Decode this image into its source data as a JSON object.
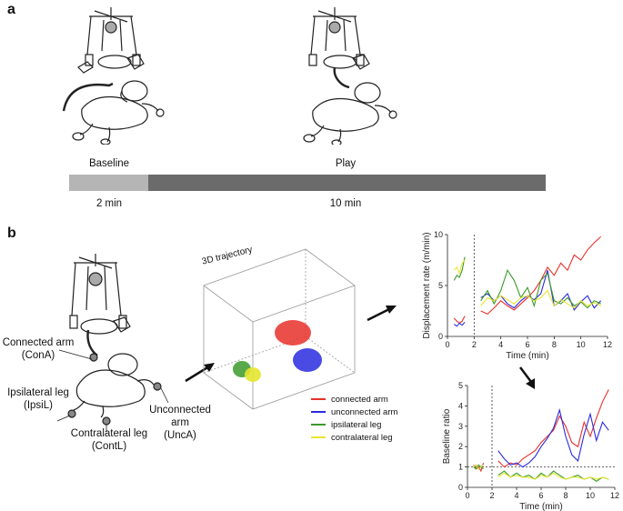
{
  "panel_a": {
    "label": "a",
    "phase_labels": {
      "baseline": "Baseline",
      "play": "Play"
    },
    "durations": {
      "baseline": "2 min",
      "play": "10 min"
    },
    "colors": {
      "baseline_bar": "#b5b5b5",
      "play_bar": "#6b6b6b"
    }
  },
  "panel_b": {
    "label": "b",
    "limb_labels": {
      "connected_arm": "Connected arm",
      "connected_arm_abbr": "(ConA)",
      "unconnected_arm": "Unconnected arm",
      "unconnected_arm_abbr": "(UncA)",
      "ipsilateral_leg": "Ipsilateral leg",
      "ipsilateral_leg_abbr": "(IpsiL)",
      "contralateral_leg": "Contralateral leg",
      "contralateral_leg_abbr": "(ContL)"
    },
    "trajectory_title": "3D trajectory",
    "legend": [
      {
        "label": "connected arm",
        "color": "#e8302a"
      },
      {
        "label": "unconnected arm",
        "color": "#2a2adf"
      },
      {
        "label": "ipsilateral leg",
        "color": "#3a9a2a"
      },
      {
        "label": "contralateral leg",
        "color": "#e6e630"
      }
    ]
  },
  "chart_data": [
    {
      "type": "line",
      "ylabel": "Displacement rate (m/min)",
      "xlabel": "Time (min)",
      "xlim": [
        0,
        12
      ],
      "ylim": [
        0,
        10
      ],
      "xticks": [
        0,
        2,
        4,
        6,
        8,
        10,
        12
      ],
      "yticks": [
        0,
        5,
        10
      ],
      "vline_x": 2,
      "series": [
        {
          "name": "connected arm",
          "color": "#e8302a",
          "segments": [
            {
              "x": [
                0.5,
                0.7,
                0.9,
                1.1,
                1.3
              ],
              "y": [
                1.8,
                1.5,
                1.3,
                1.5,
                2.0
              ]
            },
            {
              "x": [
                2.5,
                3.0,
                3.5,
                4.0,
                4.5,
                5.0,
                5.5,
                6.0,
                6.5,
                7.0,
                7.5,
                8.0,
                8.5,
                9.0,
                9.5,
                10.0,
                10.5,
                11.0,
                11.5
              ],
              "y": [
                2.5,
                2.2,
                2.8,
                3.5,
                3.0,
                2.6,
                3.2,
                3.8,
                4.5,
                5.5,
                6.8,
                6.0,
                7.2,
                6.5,
                8.0,
                7.5,
                8.5,
                9.2,
                9.8
              ]
            }
          ]
        },
        {
          "name": "unconnected arm",
          "color": "#2a2adf",
          "segments": [
            {
              "x": [
                0.5,
                0.7,
                0.9,
                1.1,
                1.3
              ],
              "y": [
                1.2,
                1.0,
                1.3,
                1.1,
                1.4
              ]
            },
            {
              "x": [
                2.5,
                3.0,
                3.5,
                4.0,
                4.5,
                5.0,
                5.5,
                6.0,
                6.5,
                7.0,
                7.5,
                8.0,
                8.5,
                9.0,
                9.5,
                10.0,
                10.5,
                11.0,
                11.5
              ],
              "y": [
                3.8,
                4.2,
                3.5,
                4.0,
                3.2,
                2.8,
                3.5,
                4.0,
                3.6,
                4.2,
                6.5,
                3.0,
                3.5,
                4.2,
                2.6,
                3.4,
                4.0,
                2.8,
                3.5
              ]
            }
          ]
        },
        {
          "name": "ipsilateral leg",
          "color": "#3a9a2a",
          "segments": [
            {
              "x": [
                0.5,
                0.7,
                0.9,
                1.1,
                1.3
              ],
              "y": [
                5.5,
                6.0,
                5.8,
                6.5,
                7.8
              ]
            },
            {
              "x": [
                2.5,
                3.0,
                3.5,
                4.0,
                4.5,
                5.0,
                5.5,
                6.0,
                6.5,
                7.0,
                7.5,
                8.0,
                8.5,
                9.0,
                9.5,
                10.0,
                10.5,
                11.0,
                11.5
              ],
              "y": [
                3.5,
                4.5,
                3.2,
                4.5,
                6.5,
                5.5,
                3.8,
                4.8,
                3.0,
                5.5,
                6.2,
                3.5,
                3.2,
                3.8,
                3.0,
                3.4,
                2.8,
                3.5,
                3.2
              ]
            }
          ]
        },
        {
          "name": "contralateral leg",
          "color": "#e6e630",
          "segments": [
            {
              "x": [
                0.5,
                0.7,
                0.9,
                1.1,
                1.3
              ],
              "y": [
                6.5,
                6.8,
                6.2,
                7.2,
                7.5
              ]
            },
            {
              "x": [
                2.5,
                3.0,
                3.5,
                4.0,
                4.5,
                5.0,
                5.5,
                6.0,
                6.5,
                7.0,
                7.5,
                8.0,
                8.5,
                9.0,
                9.5,
                10.0,
                10.5,
                11.0,
                11.5
              ],
              "y": [
                3.0,
                3.8,
                3.5,
                4.0,
                3.6,
                3.2,
                3.8,
                4.0,
                3.5,
                3.8,
                4.5,
                3.0,
                3.6,
                3.2,
                2.8,
                3.5,
                3.0,
                3.3,
                3.0
              ]
            }
          ]
        }
      ]
    },
    {
      "type": "line",
      "ylabel": "Baseline ratio",
      "xlabel": "Time (min)",
      "xlim": [
        0,
        12
      ],
      "ylim": [
        0,
        5
      ],
      "xticks": [
        0,
        2,
        4,
        6,
        8,
        10,
        12
      ],
      "yticks": [
        0,
        1,
        2,
        3,
        4,
        5
      ],
      "vline_x": 2,
      "hline_y": 1,
      "series": [
        {
          "name": "connected arm",
          "color": "#e8302a",
          "segments": [
            {
              "x": [
                0.5,
                0.7,
                0.9,
                1.1,
                1.3
              ],
              "y": [
                1.1,
                0.9,
                1.0,
                0.8,
                1.2
              ]
            },
            {
              "x": [
                2.5,
                3.0,
                3.5,
                4.0,
                4.5,
                5.0,
                5.5,
                6.0,
                6.5,
                7.0,
                7.5,
                8.0,
                8.5,
                9.0,
                9.5,
                10.0,
                10.5,
                11.0,
                11.5
              ],
              "y": [
                1.3,
                1.0,
                1.2,
                1.1,
                1.4,
                1.6,
                1.8,
                2.2,
                2.5,
                2.8,
                3.5,
                3.0,
                2.2,
                2.0,
                3.2,
                2.5,
                3.4,
                4.2,
                4.8
              ]
            }
          ]
        },
        {
          "name": "unconnected arm",
          "color": "#2a2adf",
          "segments": [
            {
              "x": [
                0.5,
                0.7,
                0.9,
                1.1,
                1.3
              ],
              "y": [
                1.0,
                1.1,
                0.9,
                1.0,
                1.1
              ]
            },
            {
              "x": [
                2.5,
                3.0,
                3.5,
                4.0,
                4.5,
                5.0,
                5.5,
                6.0,
                6.5,
                7.0,
                7.5,
                8.0,
                8.5,
                9.0,
                9.5,
                10.0,
                10.5,
                11.0,
                11.5
              ],
              "y": [
                1.8,
                1.4,
                1.1,
                1.2,
                1.0,
                1.2,
                1.5,
                2.0,
                2.4,
                2.9,
                3.8,
                2.5,
                1.6,
                1.3,
                2.6,
                3.6,
                2.3,
                3.2,
                2.8
              ]
            }
          ]
        },
        {
          "name": "ipsilateral leg",
          "color": "#3a9a2a",
          "segments": [
            {
              "x": [
                0.5,
                0.7,
                0.9,
                1.1,
                1.3
              ],
              "y": [
                1.0,
                0.9,
                1.1,
                1.0,
                0.9
              ]
            },
            {
              "x": [
                2.5,
                3.0,
                3.5,
                4.0,
                4.5,
                5.0,
                5.5,
                6.0,
                6.5,
                7.0,
                7.5,
                8.0,
                8.5,
                9.0,
                9.5,
                10.0,
                10.5,
                11.0,
                11.5
              ],
              "y": [
                0.6,
                0.8,
                0.5,
                0.7,
                0.5,
                0.6,
                0.4,
                0.7,
                0.5,
                0.8,
                0.6,
                0.4,
                0.5,
                0.6,
                0.4,
                0.5,
                0.3,
                0.5,
                0.4
              ]
            }
          ]
        },
        {
          "name": "contralateral leg",
          "color": "#e6e630",
          "segments": [
            {
              "x": [
                0.5,
                0.7,
                0.9,
                1.1,
                1.3
              ],
              "y": [
                1.0,
                1.1,
                0.9,
                1.0,
                1.1
              ]
            },
            {
              "x": [
                2.5,
                3.0,
                3.5,
                4.0,
                4.5,
                5.0,
                5.5,
                6.0,
                6.5,
                7.0,
                7.5,
                8.0,
                8.5,
                9.0,
                9.5,
                10.0,
                10.5,
                11.0,
                11.5
              ],
              "y": [
                0.5,
                0.7,
                0.5,
                0.6,
                0.5,
                0.5,
                0.4,
                0.6,
                0.5,
                0.7,
                0.5,
                0.4,
                0.5,
                0.5,
                0.4,
                0.5,
                0.4,
                0.5,
                0.4
              ]
            }
          ]
        }
      ]
    }
  ]
}
